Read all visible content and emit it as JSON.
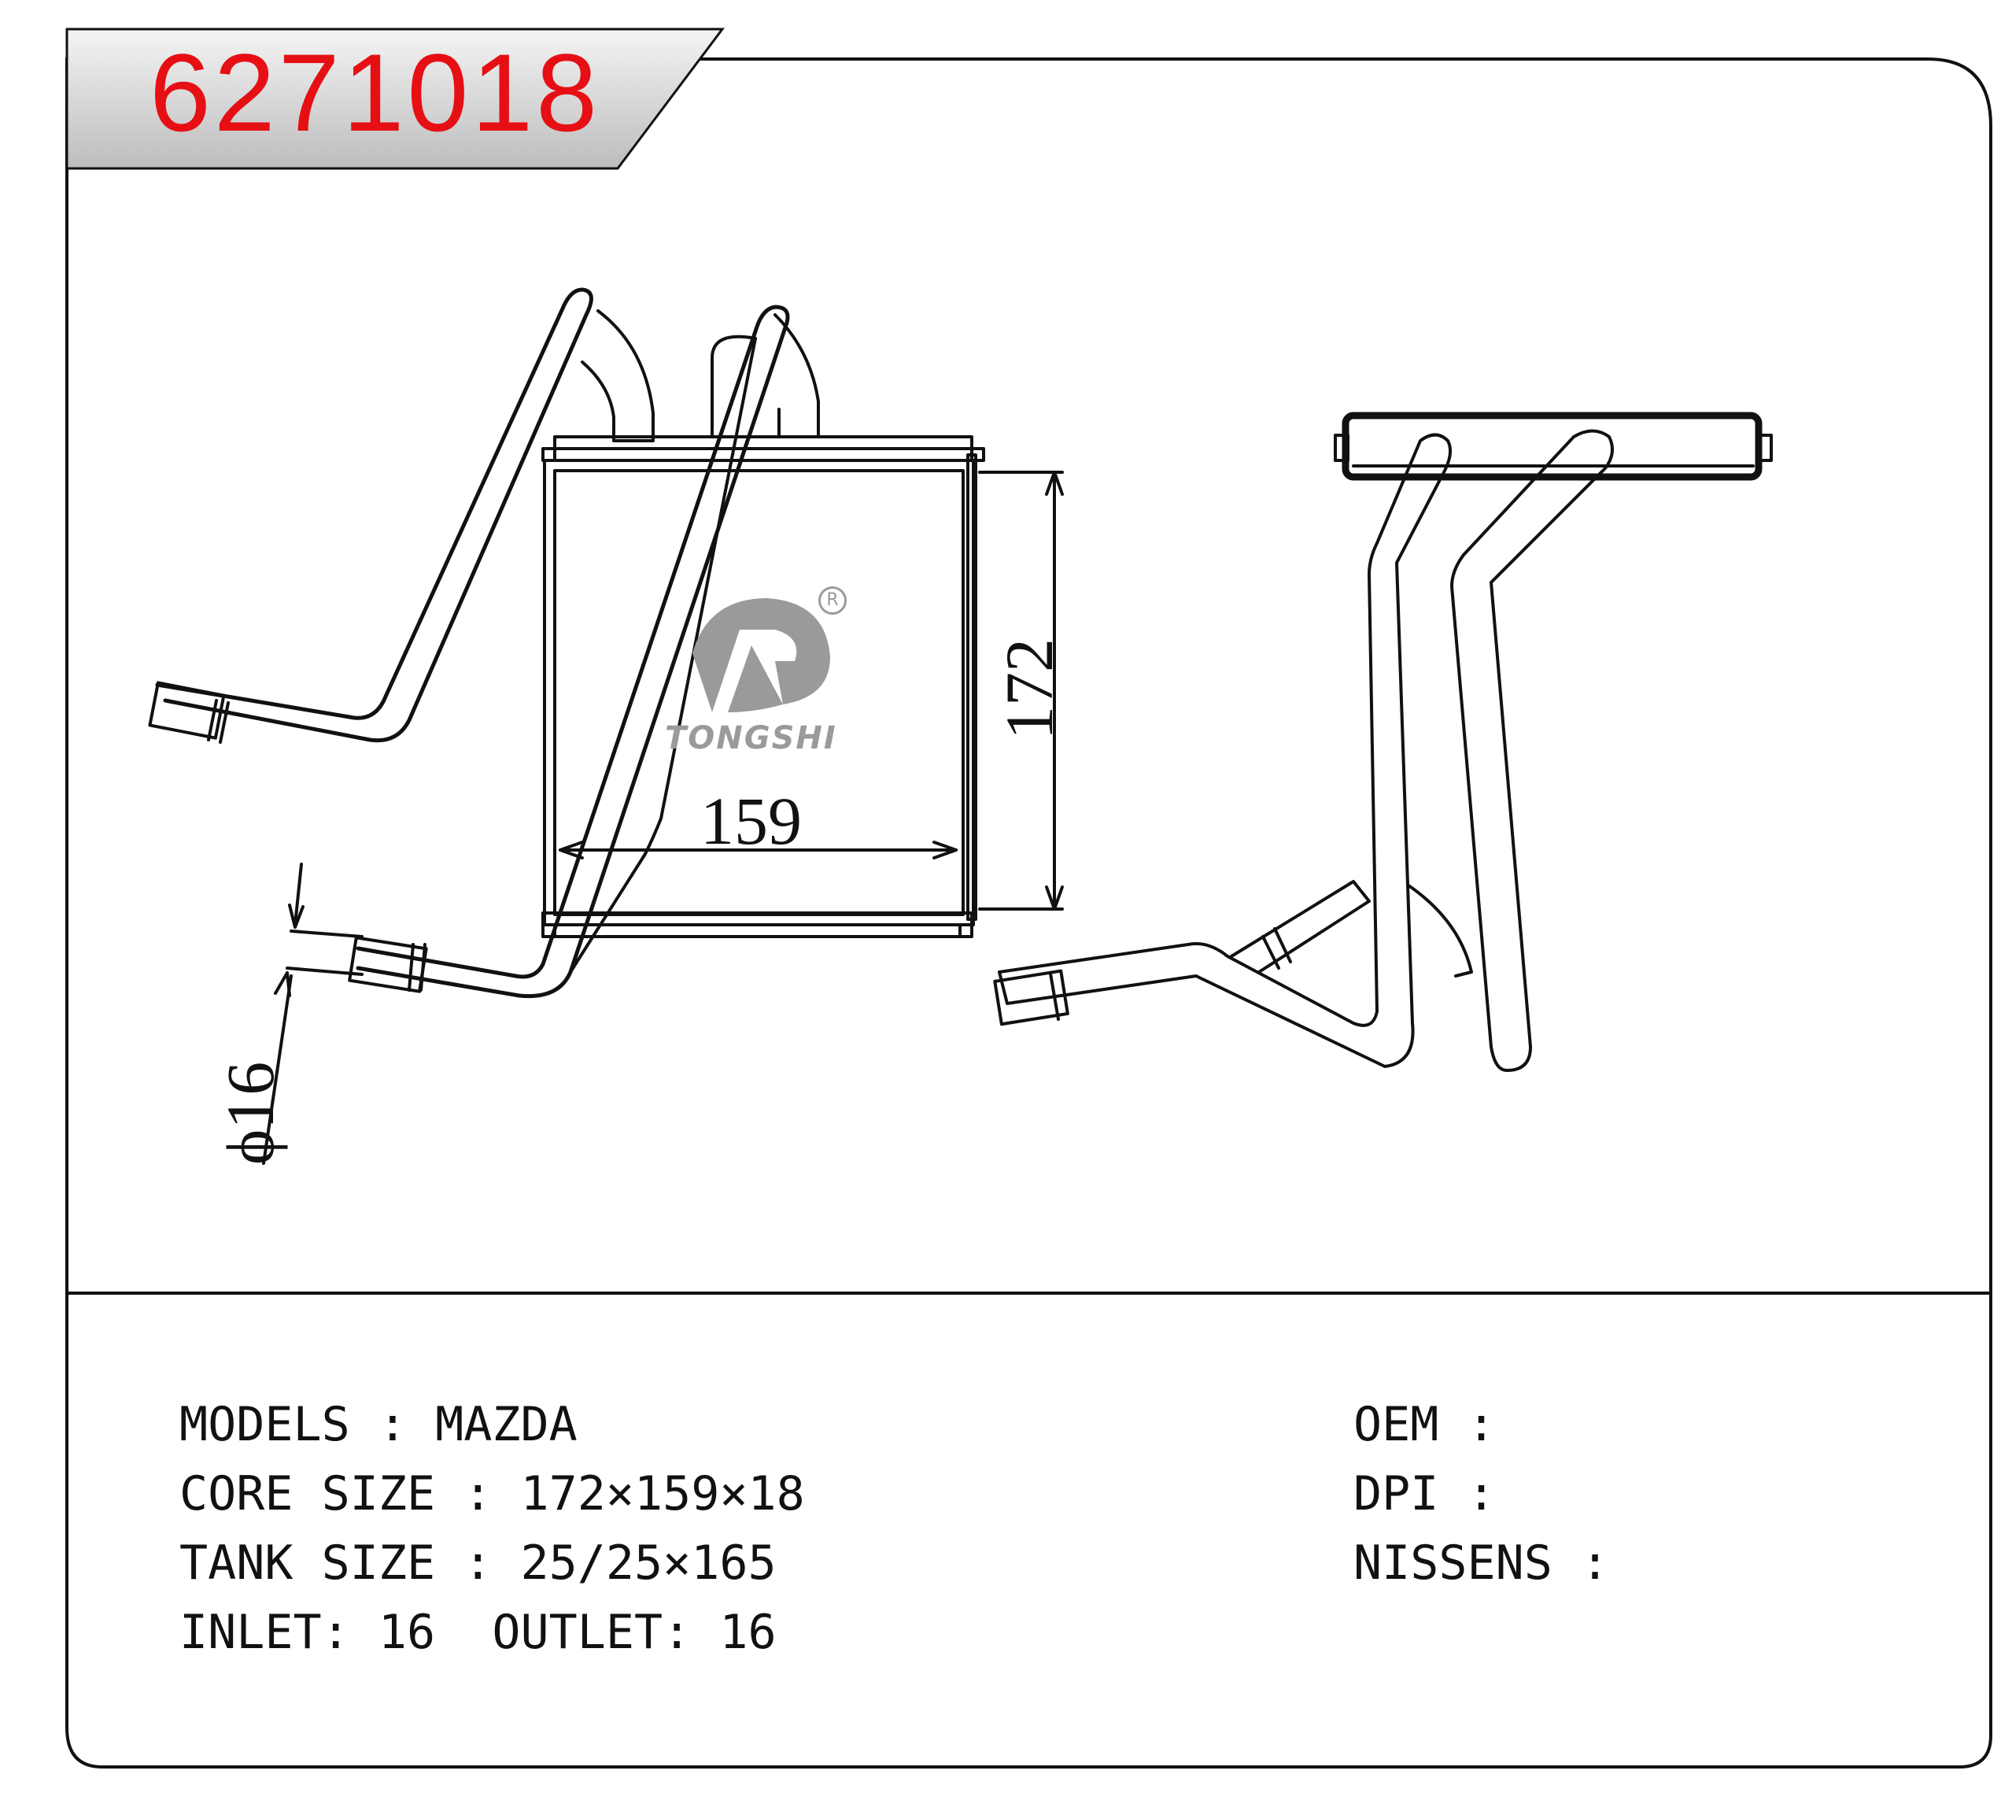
{
  "header": {
    "part_number": "6271018"
  },
  "dimensions": {
    "width": "159",
    "height": "172",
    "diameter": "ϕ16"
  },
  "logo": {
    "brand": "TONGSHI",
    "registered": "R"
  },
  "specs_left": [
    {
      "label": "MODELS ",
      "sep": ": ",
      "value": "MAZDA"
    },
    {
      "label": "CORE SIZE ",
      "sep": ": ",
      "value": "172×159×18"
    },
    {
      "label": "TANK SIZE ",
      "sep": ": ",
      "value": "25/25×165"
    },
    {
      "label": "INLET",
      "sep": ": ",
      "value": "16  OUTLET: 16"
    }
  ],
  "specs_right": [
    {
      "label": "OEM ",
      "sep": ":",
      "value": ""
    },
    {
      "label": "DPI ",
      "sep": ":",
      "value": ""
    },
    {
      "label": "NISSENS ",
      "sep": ":",
      "value": ""
    }
  ],
  "colors": {
    "part_number": "#e60f14",
    "header_band": "#d9d9d9",
    "logo": "#9a9a9a",
    "line": "#111111"
  }
}
